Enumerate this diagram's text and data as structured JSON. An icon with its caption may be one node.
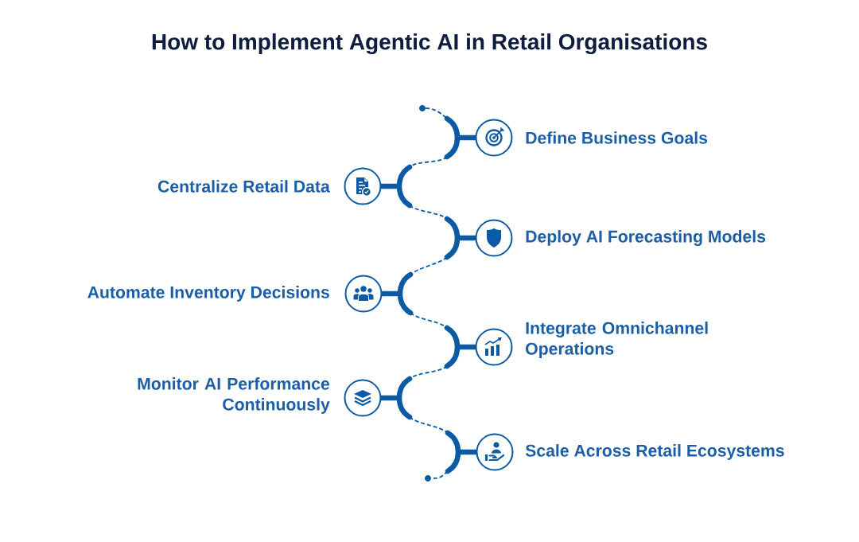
{
  "diagram": {
    "title": "How to Implement Agentic AI in Retail Organisations",
    "nodes": [
      {
        "text": [],
        "shape": "circle"
      },
      {
        "text": [
          "Define Business Goals"
        ]
      },
      {
        "text": [
          "Centralize Retail Data"
        ]
      },
      {
        "text": [
          "Deploy AI Forecasting Models"
        ]
      },
      {
        "text": [
          "Automate Inventory Decisions"
        ]
      },
      {
        "text": [
          "Integrate Omnichannel Operations"
        ]
      },
      {
        "text": [
          "Monitor AI Performance Continuously"
        ]
      },
      {
        "text": [
          "Scale Across Retail Ecosystems"
        ]
      },
      {
        "text": [],
        "shape": "circle"
      }
    ],
    "edges": [
      {
        "from": 0,
        "to": 1,
        "arrow": "none",
        "style": "dashed"
      },
      {
        "from": 1,
        "to": 2,
        "arrow": "none",
        "style": "dashed"
      },
      {
        "from": 2,
        "to": 3,
        "arrow": "none",
        "style": "dashed"
      },
      {
        "from": 3,
        "to": 4,
        "arrow": "none",
        "style": "dashed"
      },
      {
        "from": 4,
        "to": 5,
        "arrow": "none",
        "style": "dashed"
      },
      {
        "from": 5,
        "to": 6,
        "arrow": "none",
        "style": "dashed"
      },
      {
        "from": 6,
        "to": 7,
        "arrow": "none",
        "style": "dashed"
      },
      {
        "from": 7,
        "to": 8,
        "arrow": "none",
        "style": "dashed"
      }
    ]
  }
}
